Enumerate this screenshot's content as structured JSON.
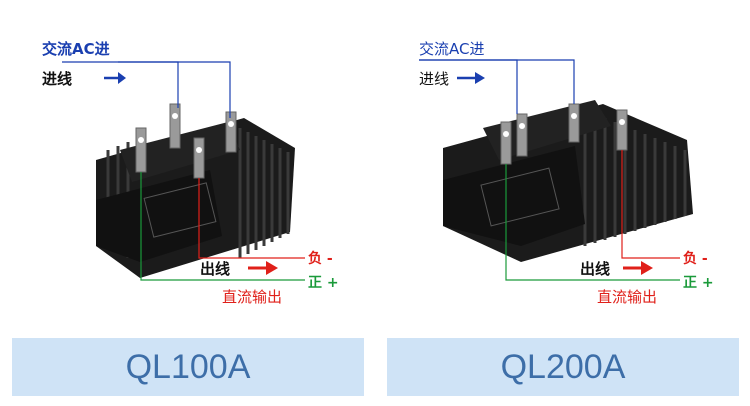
{
  "left": {
    "ac_in": "交流AC进",
    "in_line": "进线",
    "out_line": "出线",
    "negative": "负 -",
    "positive": "正 +",
    "dc_out": "直流输出",
    "model": "QL100A"
  },
  "right": {
    "ac_in": "交流AC进",
    "in_line": "进线",
    "out_line": "出线",
    "negative": "负 -",
    "positive": "正 +",
    "dc_out": "直流输出",
    "model": "QL200A"
  },
  "colors": {
    "ac_line": "#1a3fb0",
    "negative": "#e0201a",
    "positive": "#1a9a3a",
    "model_bg": "#cfe3f6",
    "model_text": "#3d6ea8"
  }
}
